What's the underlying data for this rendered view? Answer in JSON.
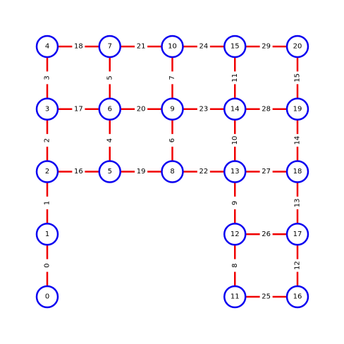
{
  "colors": {
    "node_stroke": "#0a00f0",
    "edge": "#f00000"
  },
  "nodes": [
    {
      "id": "0",
      "col": 0,
      "row": 4
    },
    {
      "id": "1",
      "col": 0,
      "row": 3
    },
    {
      "id": "2",
      "col": 0,
      "row": 2
    },
    {
      "id": "3",
      "col": 0,
      "row": 1
    },
    {
      "id": "4",
      "col": 0,
      "row": 0
    },
    {
      "id": "5",
      "col": 1,
      "row": 2
    },
    {
      "id": "6",
      "col": 1,
      "row": 1
    },
    {
      "id": "7",
      "col": 1,
      "row": 0
    },
    {
      "id": "8",
      "col": 2,
      "row": 2
    },
    {
      "id": "9",
      "col": 2,
      "row": 1
    },
    {
      "id": "10",
      "col": 2,
      "row": 0
    },
    {
      "id": "11",
      "col": 3,
      "row": 4
    },
    {
      "id": "12",
      "col": 3,
      "row": 3
    },
    {
      "id": "13",
      "col": 3,
      "row": 2
    },
    {
      "id": "14",
      "col": 3,
      "row": 1
    },
    {
      "id": "15",
      "col": 3,
      "row": 0
    },
    {
      "id": "16",
      "col": 4,
      "row": 4
    },
    {
      "id": "17",
      "col": 4,
      "row": 3
    },
    {
      "id": "18",
      "col": 4,
      "row": 2
    },
    {
      "id": "19",
      "col": 4,
      "row": 1
    },
    {
      "id": "20",
      "col": 4,
      "row": 0
    }
  ],
  "edges": [
    {
      "from": "0",
      "to": "1",
      "label": "0"
    },
    {
      "from": "1",
      "to": "2",
      "label": "1"
    },
    {
      "from": "2",
      "to": "3",
      "label": "2"
    },
    {
      "from": "3",
      "to": "4",
      "label": "3"
    },
    {
      "from": "5",
      "to": "6",
      "label": "4"
    },
    {
      "from": "6",
      "to": "7",
      "label": "5"
    },
    {
      "from": "8",
      "to": "9",
      "label": "6"
    },
    {
      "from": "9",
      "to": "10",
      "label": "7"
    },
    {
      "from": "11",
      "to": "12",
      "label": "8"
    },
    {
      "from": "12",
      "to": "13",
      "label": "9"
    },
    {
      "from": "13",
      "to": "14",
      "label": "10"
    },
    {
      "from": "14",
      "to": "15",
      "label": "11"
    },
    {
      "from": "16",
      "to": "17",
      "label": "12"
    },
    {
      "from": "17",
      "to": "18",
      "label": "13"
    },
    {
      "from": "18",
      "to": "19",
      "label": "14"
    },
    {
      "from": "19",
      "to": "20",
      "label": "15"
    },
    {
      "from": "2",
      "to": "5",
      "label": "16"
    },
    {
      "from": "3",
      "to": "6",
      "label": "17"
    },
    {
      "from": "4",
      "to": "7",
      "label": "18"
    },
    {
      "from": "5",
      "to": "8",
      "label": "19"
    },
    {
      "from": "6",
      "to": "9",
      "label": "20"
    },
    {
      "from": "7",
      "to": "10",
      "label": "21"
    },
    {
      "from": "8",
      "to": "13",
      "label": "22"
    },
    {
      "from": "9",
      "to": "14",
      "label": "23"
    },
    {
      "from": "10",
      "to": "15",
      "label": "24"
    },
    {
      "from": "11",
      "to": "16",
      "label": "25"
    },
    {
      "from": "12",
      "to": "17",
      "label": "26"
    },
    {
      "from": "13",
      "to": "18",
      "label": "27"
    },
    {
      "from": "14",
      "to": "19",
      "label": "28"
    },
    {
      "from": "15",
      "to": "20",
      "label": "29"
    }
  ]
}
